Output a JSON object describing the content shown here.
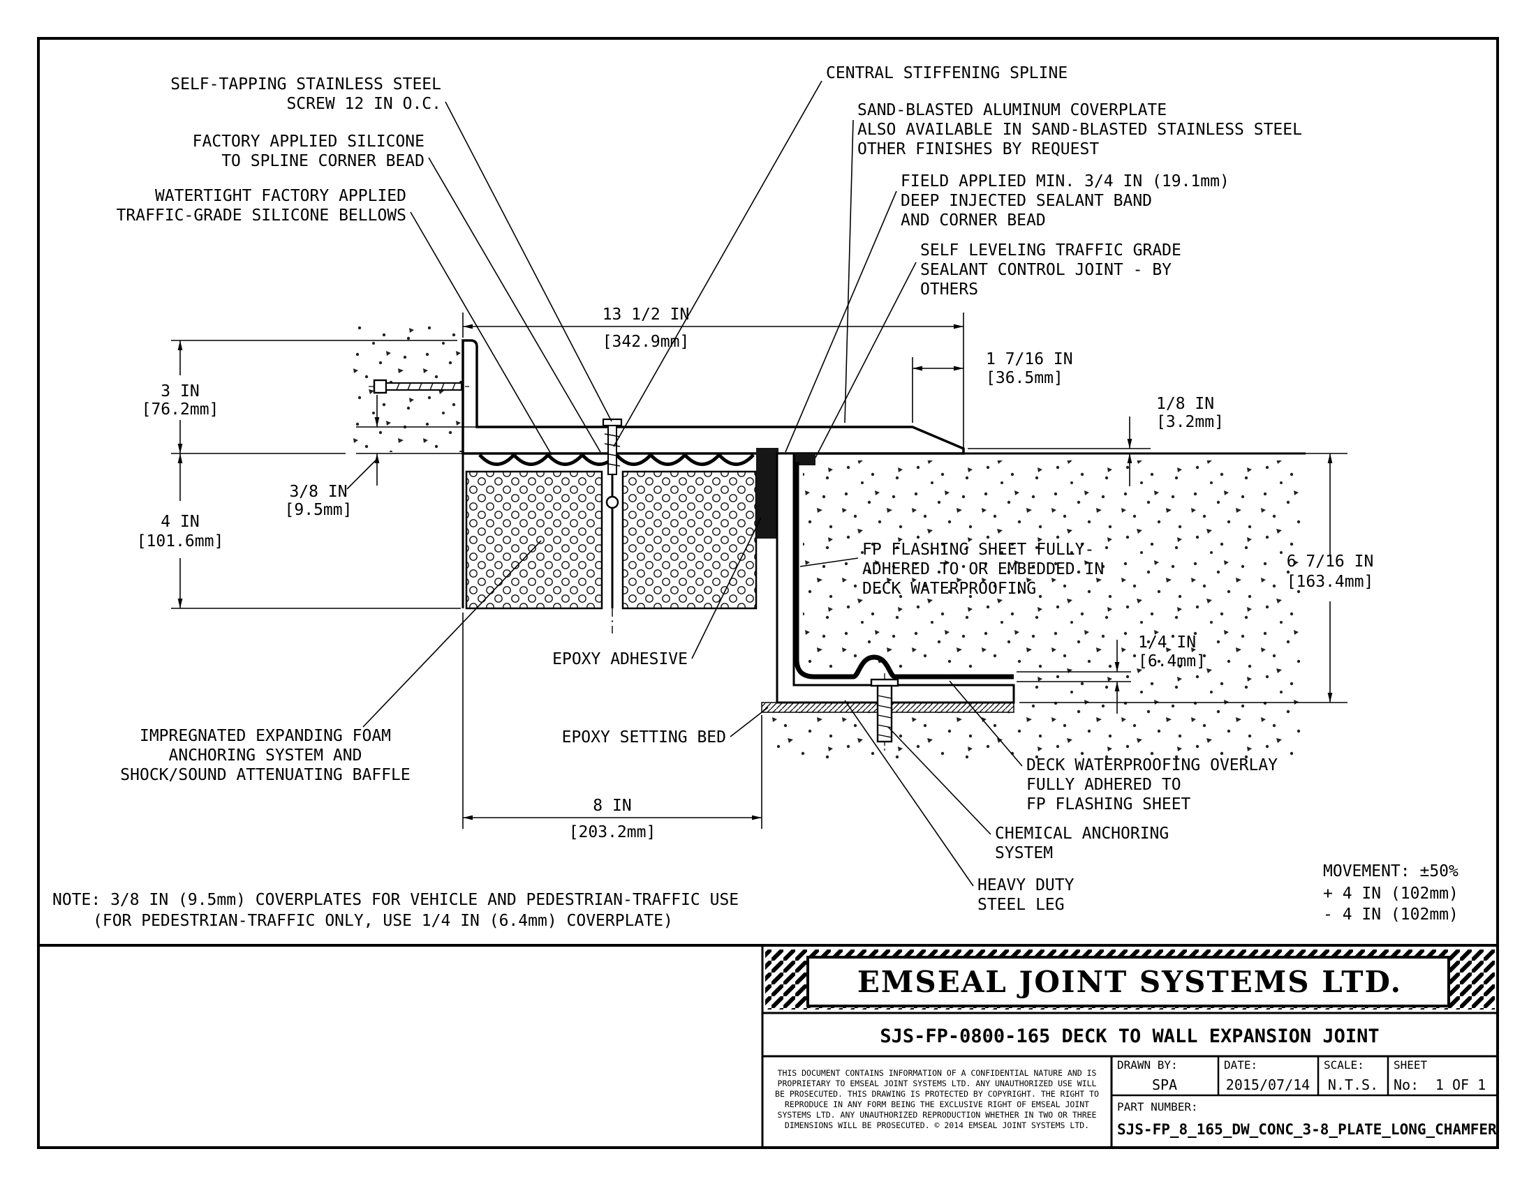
{
  "callouts": {
    "screw": {
      "l1": "SELF-TAPPING STAINLESS STEEL",
      "l2": "SCREW 12 IN O.C."
    },
    "silicone": {
      "l1": "FACTORY APPLIED SILICONE",
      "l2": "TO SPLINE CORNER BEAD"
    },
    "bellows": {
      "l1": "WATERTIGHT FACTORY APPLIED",
      "l2": "TRAFFIC-GRADE SILICONE BELLOWS"
    },
    "spline": {
      "l1": "CENTRAL STIFFENING SPLINE"
    },
    "coverplate": {
      "l1": "SAND-BLASTED ALUMINUM COVERPLATE",
      "l2": "ALSO AVAILABLE IN SAND-BLASTED STAINLESS STEEL",
      "l3": "OTHER FINISHES BY REQUEST"
    },
    "sealant_band": {
      "l1": "FIELD APPLIED MIN. 3/4 IN (19.1mm)",
      "l2": "DEEP INJECTED SEALANT BAND",
      "l3": "AND CORNER BEAD"
    },
    "control_joint": {
      "l1": "SELF LEVELING TRAFFIC GRADE",
      "l2": "SEALANT CONTROL JOINT - BY",
      "l3": "OTHERS"
    },
    "fp_flashing": {
      "l1": "FP FLASHING SHEET FULLY-",
      "l2": "ADHERED TO OR EMBEDDED IN",
      "l3": "DECK WATERPROOFING"
    },
    "epoxy_adhesive": {
      "l1": "EPOXY ADHESIVE"
    },
    "epoxy_bed": {
      "l1": "EPOXY SETTING BED"
    },
    "foam": {
      "l1": "IMPREGNATED EXPANDING FOAM",
      "l2": "ANCHORING SYSTEM AND",
      "l3": "SHOCK/SOUND ATTENUATING BAFFLE"
    },
    "overlay": {
      "l1": "DECK WATERPROOFING OVERLAY",
      "l2": "FULLY ADHERED TO",
      "l3": "FP FLASHING SHEET"
    },
    "chemical": {
      "l1": "CHEMICAL ANCHORING",
      "l2": "SYSTEM"
    },
    "steel_leg": {
      "l1": "HEAVY DUTY",
      "l2": "STEEL LEG"
    }
  },
  "dims": {
    "w13": {
      "in": "13 1/2 IN",
      "mm": "[342.9mm]"
    },
    "w1_7_16": {
      "in": "1 7/16 IN",
      "mm": "[36.5mm]"
    },
    "h1_8": {
      "in": "1/8 IN",
      "mm": "[3.2mm]"
    },
    "h3": {
      "in": "3 IN",
      "mm": "[76.2mm]"
    },
    "t3_8": {
      "in": "3/8 IN",
      "mm": "[9.5mm]"
    },
    "h4": {
      "in": "4 IN",
      "mm": "[101.6mm]"
    },
    "h6_7_16": {
      "in": "6 7/16 IN",
      "mm": "[163.4mm]"
    },
    "t1_4": {
      "in": "1/4 IN",
      "mm": "[6.4mm]"
    },
    "w8": {
      "in": "8 IN",
      "mm": "[203.2mm]"
    }
  },
  "note": {
    "l1": "NOTE: 3/8 IN (9.5mm) COVERPLATES FOR VEHICLE AND PEDESTRIAN-TRAFFIC USE",
    "l2": "(FOR PEDESTRIAN-TRAFFIC ONLY, USE 1/4 IN (6.4mm) COVERPLATE)"
  },
  "movement": {
    "l1": "MOVEMENT: ±50%",
    "l2": "+ 4 IN (102mm)",
    "l3": "- 4 IN (102mm)"
  },
  "titleblock": {
    "company": "EMSEAL JOINT SYSTEMS LTD.",
    "drawing_title": "SJS-FP-0800-165 DECK TO WALL EXPANSION JOINT",
    "disclaimer": {
      "l1": "THIS DOCUMENT CONTAINS INFORMATION OF A CONFIDENTIAL NATURE AND IS",
      "l2": "PROPRIETARY TO EMSEAL JOINT SYSTEMS LTD. ANY UNAUTHORIZED USE WILL",
      "l3": "BE PROSECUTED. THIS DRAWING IS PROTECTED BY COPYRIGHT. THE RIGHT TO",
      "l4": "REPRODUCE IN ANY FORM BEING THE EXCLUSIVE RIGHT OF EMSEAL JOINT",
      "l5": "SYSTEMS LTD. ANY UNAUTHORIZED REPRODUCTION WHETHER IN TWO OR THREE",
      "l6": "DIMENSIONS WILL BE PROSECUTED. © 2014 EMSEAL JOINT SYSTEMS LTD."
    },
    "drawn_by_label": "DRAWN BY:",
    "drawn_by": "SPA",
    "date_label": "DATE:",
    "date": "2015/07/14",
    "scale_label": "SCALE:",
    "scale": "N.T.S.",
    "sheet_label": "SHEET",
    "sheet_no_label": "No:",
    "sheet": "1 OF 1",
    "part_number_label": "PART NUMBER:",
    "part_number": "SJS-FP_8_165_DW_CONC_3-8_PLATE_LONG_CHAMFER"
  }
}
